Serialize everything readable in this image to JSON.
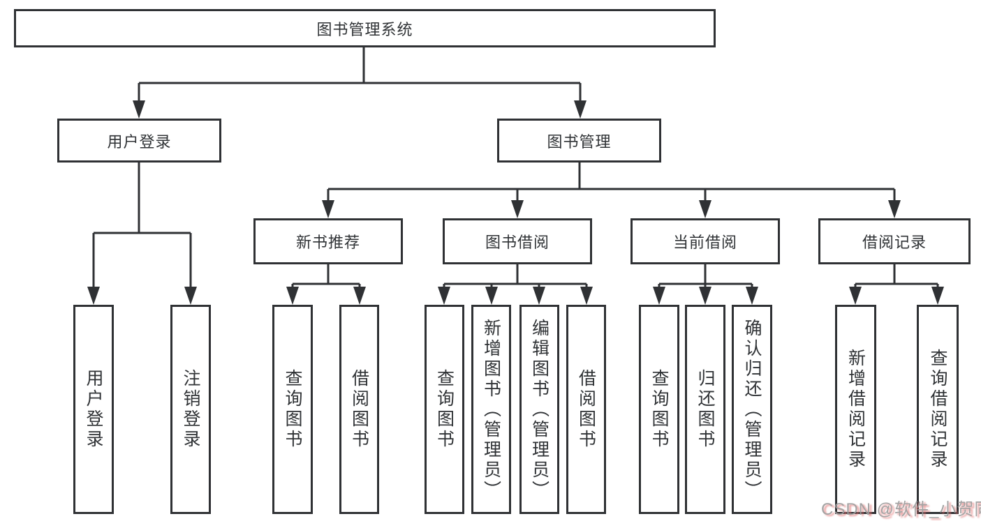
{
  "tree": {
    "label": "图书管理系统",
    "children": [
      {
        "label": "用户登录",
        "children": [
          {
            "label": "用户登录"
          },
          {
            "label": "注销登录"
          }
        ]
      },
      {
        "label": "图书管理",
        "children": [
          {
            "label": "新书推荐",
            "children": [
              {
                "label": "查询图书"
              },
              {
                "label": "借阅图书"
              }
            ]
          },
          {
            "label": "图书借阅",
            "children": [
              {
                "label": "查询图书"
              },
              {
                "label": "新增图书（管理员）"
              },
              {
                "label": "编辑图书（管理员）"
              },
              {
                "label": "借阅图书"
              }
            ]
          },
          {
            "label": "当前借阅",
            "children": [
              {
                "label": "查询图书"
              },
              {
                "label": "归还图书"
              },
              {
                "label": "确认归还（管理员）"
              }
            ]
          },
          {
            "label": "借阅记录",
            "children": [
              {
                "label": "新增借阅记录"
              },
              {
                "label": "查询借阅记录"
              }
            ]
          }
        ]
      }
    ]
  },
  "watermark": {
    "text": "CSDN @软件_小贺同学"
  },
  "colors": {
    "line": "#2f3134",
    "text": "#2f3235",
    "background": "#ffffff",
    "watermark_text": "#9c9c9c",
    "watermark_shadow": "#e06e6e"
  }
}
